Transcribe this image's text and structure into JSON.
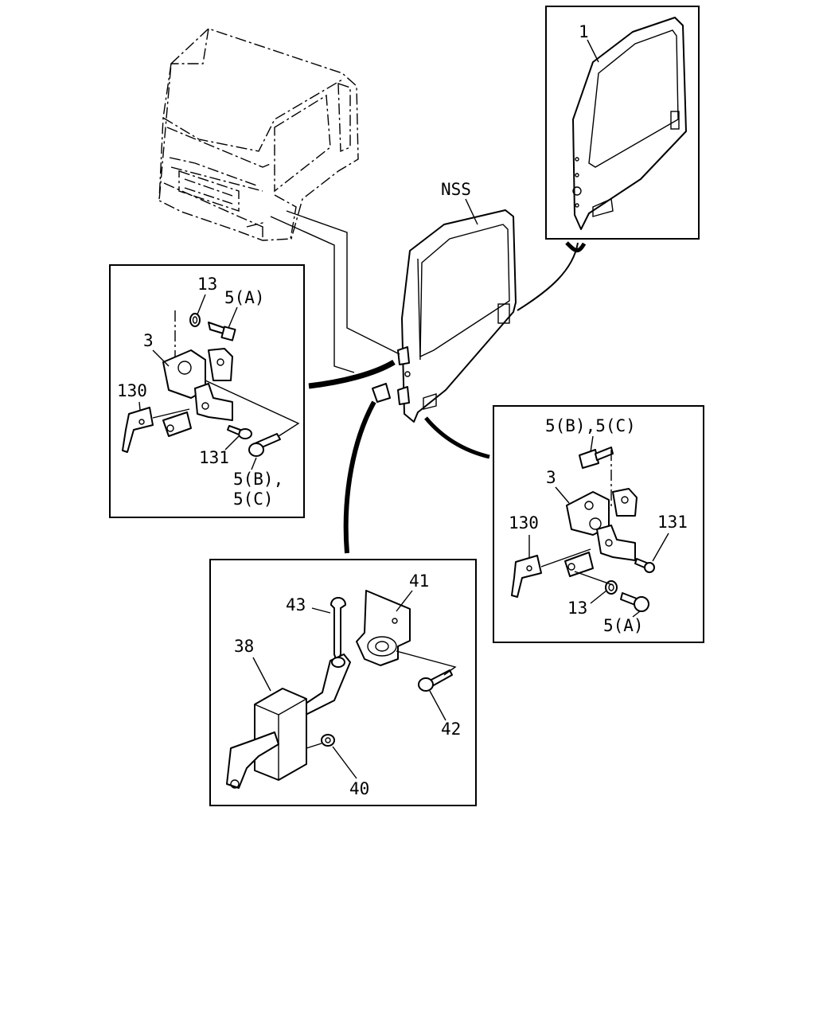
{
  "side_label": "NSS",
  "callouts": {
    "door_panel": "1",
    "upper_hinge": {
      "nut": "13",
      "bolt_a": "5(A)",
      "hinge": "3",
      "bracket": "130",
      "bolt_small": "131",
      "bolt_bc_1": "5(B),",
      "bolt_bc_2": "5(C)"
    },
    "lower_hinge": {
      "bolt_bc": "5(B),5(C)",
      "hinge": "3",
      "bracket": "130",
      "bolt_small": "131",
      "nut": "13",
      "bolt_a": "5(A)"
    },
    "checker": {
      "pin": "43",
      "bracket": "41",
      "checker_arm": "38",
      "bolt": "42",
      "nut": "40"
    }
  }
}
